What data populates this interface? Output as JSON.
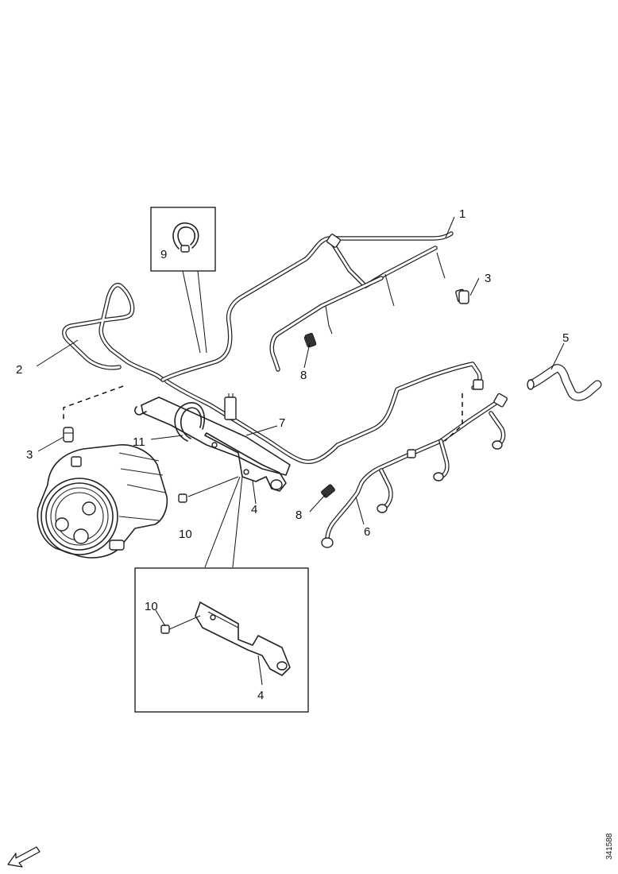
{
  "diagram": {
    "reference_number": "341588",
    "callouts": {
      "c1": "1",
      "c2": "2",
      "c3a": "3",
      "c3b": "3",
      "c4a": "4",
      "c4b": "4",
      "c5": "5",
      "c6": "6",
      "c7": "7",
      "c8a": "8",
      "c8b": "8",
      "c9": "9",
      "c10a": "10",
      "c10b": "10",
      "c11": "11"
    },
    "icons": {
      "orientation": "front-direction-arrow-icon"
    }
  }
}
